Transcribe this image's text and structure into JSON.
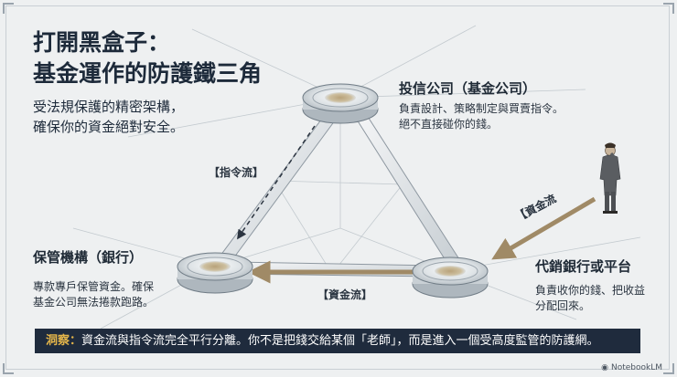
{
  "title_line1": "打開黑盒子：",
  "title_line2": "基金運作的防護鐵三角",
  "subtitle_line1": "受法規保護的精密架構，",
  "subtitle_line2": "確保你的資金絕對安全。",
  "nodes": {
    "investment": {
      "title": "投信公司（基金公司）",
      "desc_line1": "負責設計、策略制定與買賣指令。",
      "desc_line2": "絕不直接碰你的錢。"
    },
    "custodian": {
      "title": "保管機構（銀行）",
      "desc_line1": "專款專戶保管資金。確保",
      "desc_line2": "基金公司無法捲款跑路。"
    },
    "distributor": {
      "title": "代銷銀行或平台",
      "desc_line1": "負責收你的錢、把收益",
      "desc_line2": "分配回來。"
    }
  },
  "flows": {
    "instruction": "【指令流】",
    "fund_bottom": "【資金流】",
    "fund_right": "【資金流"
  },
  "insight": {
    "lead": "洞察：",
    "text": "資金流與指令流完全平行分離。你不是把錢交給某個「老師」，而是進入一個受高度監管的防護網。"
  },
  "brand": "NotebookLM",
  "colors": {
    "navy": "#1f2b3d",
    "gold": "#e4b54a",
    "fund_arrow": "#a08a66"
  }
}
